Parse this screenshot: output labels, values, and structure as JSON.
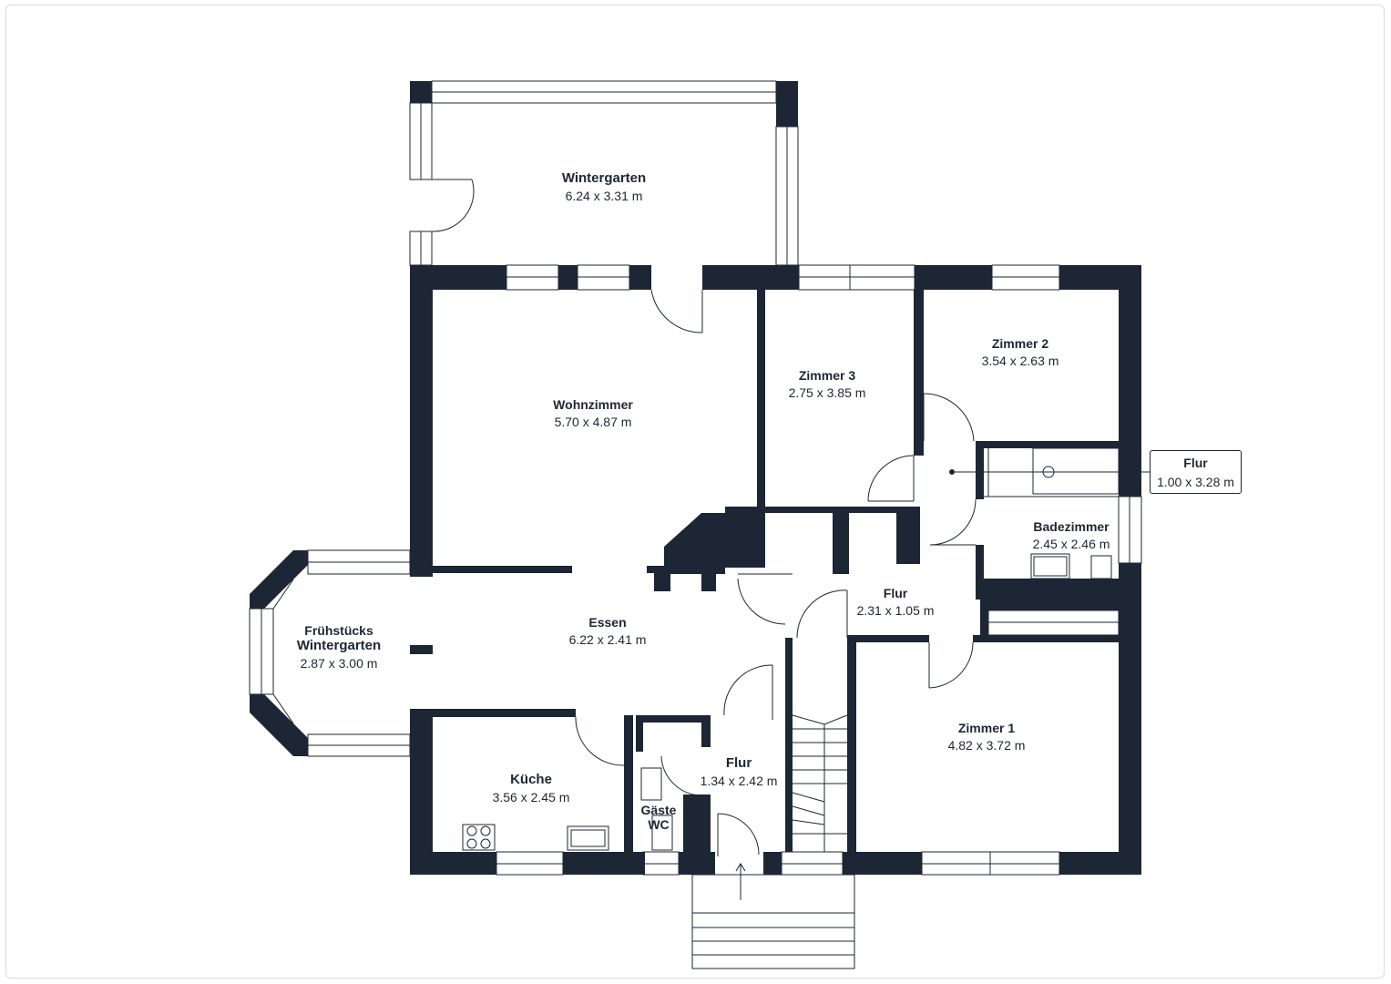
{
  "rooms": {
    "wintergarten": {
      "name": "Wintergarten",
      "dims": "6.24 x 3.31 m"
    },
    "wohnzimmer": {
      "name": "Wohnzimmer",
      "dims": "5.70 x 4.87 m"
    },
    "zimmer3": {
      "name": "Zimmer 3",
      "dims": "2.75 x 3.85 m"
    },
    "zimmer2": {
      "name": "Zimmer 2",
      "dims": "3.54 x 2.63 m"
    },
    "flur_callout": {
      "name": "Flur",
      "dims": "1.00 x 3.28 m"
    },
    "badezimmer": {
      "name": "Badezimmer",
      "dims": "2.45 x 2.46 m"
    },
    "flur_mid": {
      "name": "Flur",
      "dims": "2.31 x 1.05 m"
    },
    "essen": {
      "name": "Essen",
      "dims": "6.22 x 2.41 m"
    },
    "fruehstueck": {
      "name_line1": "Frühstücks",
      "name_line2": "Wintergarten",
      "dims": "2.87 x 3.00 m"
    },
    "zimmer1": {
      "name": "Zimmer 1",
      "dims": "4.82 x 3.72 m"
    },
    "kueche": {
      "name": "Küche",
      "dims": "3.56 x 2.45 m"
    },
    "gaeste_wc": {
      "name_line1": "Gäste",
      "name_line2": "WC"
    },
    "flur_entry": {
      "name": "Flur",
      "dims": "1.34 x 2.42 m"
    }
  },
  "colors": {
    "wall": "#1d2634",
    "line": "#1d2634",
    "background": "#ffffff",
    "frame": "#d9dbdf"
  }
}
